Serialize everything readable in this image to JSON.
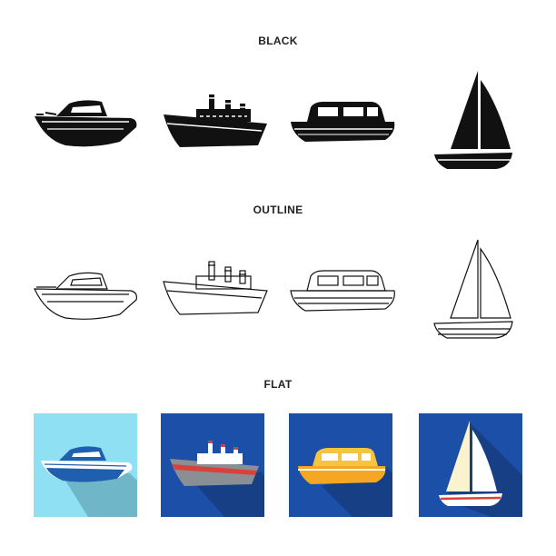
{
  "sections": {
    "black": {
      "label": "BLACK"
    },
    "outline": {
      "label": "OUTLINE"
    },
    "flat": {
      "label": "FLAT"
    }
  },
  "icons": [
    "speedboat-icon",
    "cargo-ship-icon",
    "cabin-boat-icon",
    "sailboat-icon"
  ],
  "colors": {
    "ink": "#111111",
    "light_blue_bg": "#8ee0f2",
    "deep_blue_bg": "#1c4fa8",
    "shadow_light": "#6fb6c8",
    "shadow_deep": "#163f86",
    "orange_hull": "#f5a623",
    "red_hull": "#d9423a",
    "blue_hull": "#1f5fb0"
  }
}
